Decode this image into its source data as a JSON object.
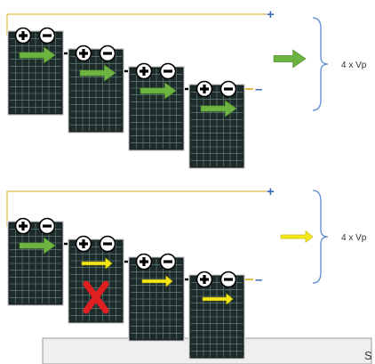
{
  "colors": {
    "panel": "#1d2b2a",
    "grid": "#6f8d86",
    "frame": "#dcdcdc",
    "wire": "#e3b94a",
    "terminal_wire": "#c0392b",
    "link": "#000000",
    "plus": "#3b6db3",
    "minus": "#3b6db3",
    "bracket": "#5b8bd0",
    "arrow_green": "#6cb33f",
    "arrow_yellow": "#f5e61a",
    "cross": "#e02020"
  },
  "icons": {
    "plus_terminal": "plus-sign",
    "minus_terminal": "minus-sign",
    "fault": "red-x"
  },
  "diagrams": [
    {
      "plus_label": "+",
      "minus_label": "–",
      "panels": [
        {
          "plus": "+",
          "minus": "−",
          "arrow": "green",
          "faulty": false
        },
        {
          "plus": "+",
          "minus": "−",
          "arrow": "green",
          "faulty": false
        },
        {
          "plus": "+",
          "minus": "−",
          "arrow": "green",
          "faulty": false
        },
        {
          "plus": "+",
          "minus": "−",
          "arrow": "green",
          "faulty": false
        }
      ],
      "result_arrow": "green",
      "voltage_label": "4 x Vp"
    },
    {
      "plus_label": "+",
      "minus_label": "–",
      "panels": [
        {
          "plus": "+",
          "minus": "−",
          "arrow": "green",
          "faulty": false
        },
        {
          "plus": "+",
          "minus": "−",
          "arrow": "yellow",
          "faulty": true
        },
        {
          "plus": "+",
          "minus": "−",
          "arrow": "yellow",
          "faulty": false
        },
        {
          "plus": "+",
          "minus": "−",
          "arrow": "yellow",
          "faulty": false
        }
      ],
      "result_arrow": "yellow",
      "voltage_label": "4 x Vp"
    }
  ],
  "footer_box": {
    "partial_text": "S"
  }
}
